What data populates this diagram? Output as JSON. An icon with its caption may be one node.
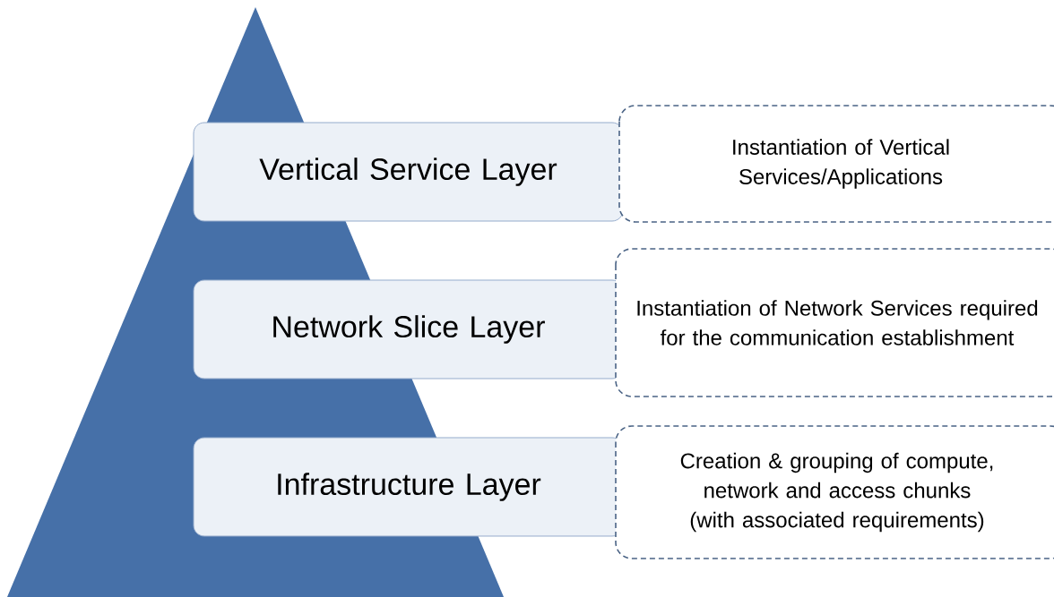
{
  "diagram": {
    "nodes": [
      {
        "text": [
          "Vertical Service Layer"
        ]
      },
      {
        "text": [
          "Instantiation of Vertical Services/Applications"
        ]
      },
      {
        "text": [
          "Network Slice Layer"
        ]
      },
      {
        "text": [
          "Instantiation of Network Services required for the communication establishment"
        ]
      },
      {
        "text": [
          "Infrastructure Layer"
        ]
      },
      {
        "text": [
          "Creation & grouping of compute, network and access chunks (with associated requirements)"
        ]
      }
    ]
  }
}
